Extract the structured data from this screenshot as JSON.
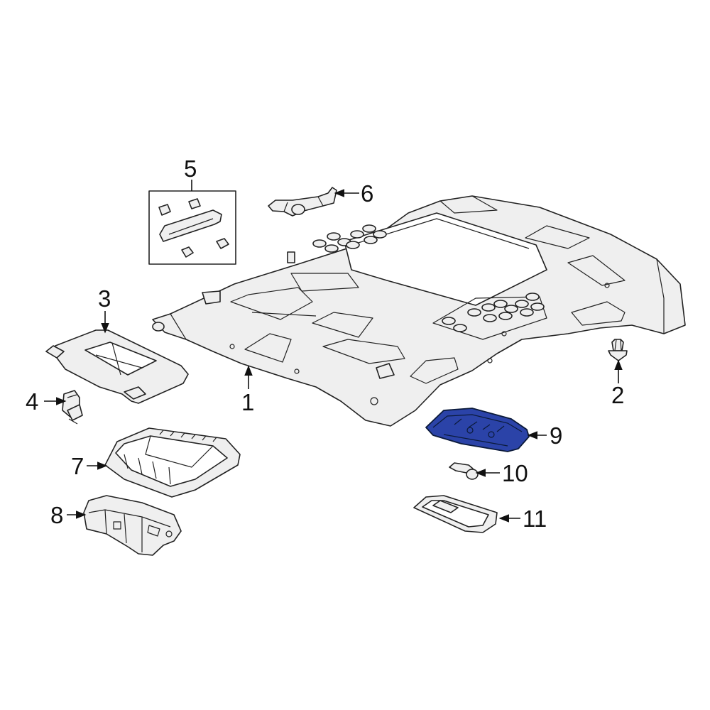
{
  "diagram": {
    "highlight_color": "#2b43a8",
    "callouts": [
      {
        "id": "c1",
        "label": "1"
      },
      {
        "id": "c2",
        "label": "2"
      },
      {
        "id": "c3",
        "label": "3"
      },
      {
        "id": "c4",
        "label": "4"
      },
      {
        "id": "c5",
        "label": "5"
      },
      {
        "id": "c6",
        "label": "6"
      },
      {
        "id": "c7",
        "label": "7"
      },
      {
        "id": "c8",
        "label": "8"
      },
      {
        "id": "c9",
        "label": "9"
      },
      {
        "id": "c10",
        "label": "10"
      },
      {
        "id": "c11",
        "label": "11"
      }
    ]
  }
}
